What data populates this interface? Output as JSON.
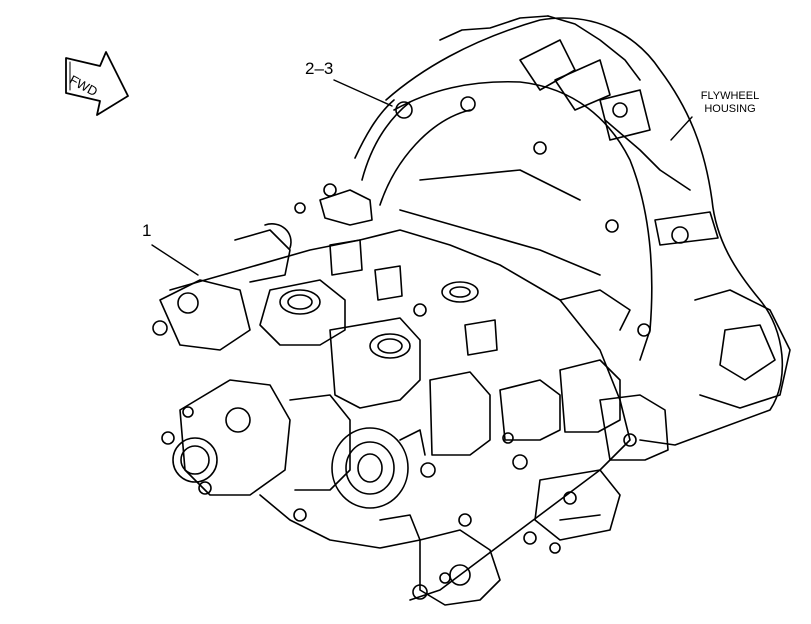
{
  "callouts": {
    "part_1": "1",
    "part_2_3": "2–3",
    "flywheel_line1": "FLYWHEEL",
    "flywheel_line2": "HOUSING"
  },
  "direction_arrow": {
    "label": "FWD"
  },
  "colors": {
    "line": "#000000",
    "background": "#ffffff"
  }
}
